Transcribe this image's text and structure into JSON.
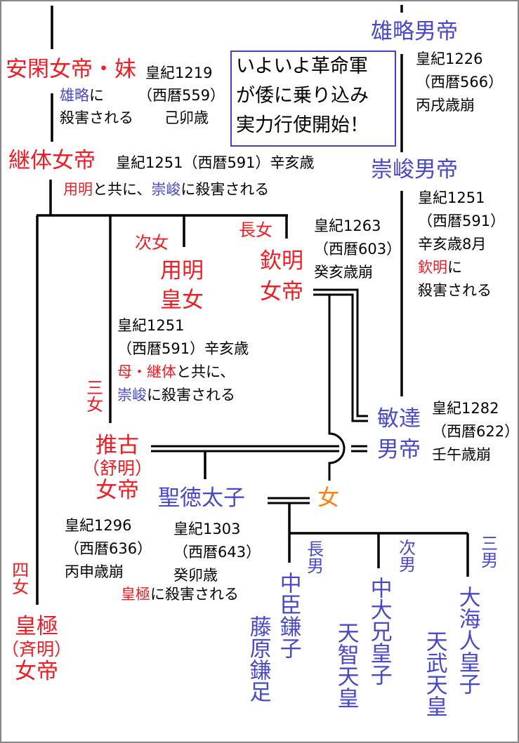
{
  "colors": {
    "red": "#ee1c24",
    "blue": "#4848c8",
    "orange": "#ff8010",
    "box_border": "#4040c0"
  },
  "callout": [
    "いよいよ革命軍",
    "が倭に乗り込み",
    "実力行使開始！"
  ],
  "yuryaku": {
    "name": "雄略男帝",
    "info": [
      "皇紀1226",
      "（西暦566）",
      "丙戌歳崩"
    ]
  },
  "ankan": {
    "name": "安閑女帝・妹",
    "info1": "皇紀1219",
    "by": "雄略",
    "by_suffix": "に",
    "killed": "殺害される",
    "seireki": "（西暦559）",
    "eto": "己卯歳"
  },
  "keitai": {
    "name": "継体女帝",
    "info": "皇紀1251（西暦591）辛亥歳",
    "with": "用明",
    "mid": "と共に、",
    "by": "崇峻",
    "suffix": "に殺害される"
  },
  "sushun": {
    "name": "崇峻男帝",
    "info": [
      "皇紀1251",
      "（西暦591）",
      "辛亥歳8月"
    ],
    "by": "欽明",
    "by_suffix": "に",
    "killed": "殺害される"
  },
  "jijo": "次女",
  "chojo": "長女",
  "sanjo": "三女",
  "yonjo": "四女",
  "yomei": {
    "name": [
      "用明",
      "皇女"
    ],
    "info": [
      "皇紀1251",
      "（西暦591）辛亥歳"
    ],
    "mother": "母・継体",
    "mid": "と共に、",
    "by": "崇峻",
    "suffix": "に殺害される"
  },
  "kinmei": {
    "name": [
      "欽明",
      "女帝"
    ],
    "info": [
      "皇紀1263",
      "（西暦603）",
      "癸亥歳崩"
    ]
  },
  "bidatsu": {
    "name": [
      "敏達",
      "男帝"
    ],
    "info": [
      "皇紀1282",
      "（西暦622）",
      "壬午歳崩"
    ]
  },
  "suiko": {
    "name": "推古",
    "alt": "（舒明）",
    "title": "女帝",
    "info": [
      "皇紀1296",
      "（西暦636）",
      "丙申歳崩"
    ]
  },
  "shotoku": {
    "name": "聖徳太子",
    "info": [
      "皇紀1303",
      "（西暦643）",
      "癸卯歳"
    ],
    "by": "皇極",
    "suffix": "に殺害される"
  },
  "woman": "女",
  "kogyoku": {
    "name": "皇極",
    "alt": "（斉明）",
    "title": "女帝"
  },
  "sons": [
    {
      "order": "長男",
      "name": "中臣鎌子",
      "later": "藤原鎌足"
    },
    {
      "order": "次男",
      "name": "中大兄皇子",
      "later": "天智天皇"
    },
    {
      "order": "三男",
      "name": "大海人皇子",
      "later": "天武天皇"
    }
  ]
}
